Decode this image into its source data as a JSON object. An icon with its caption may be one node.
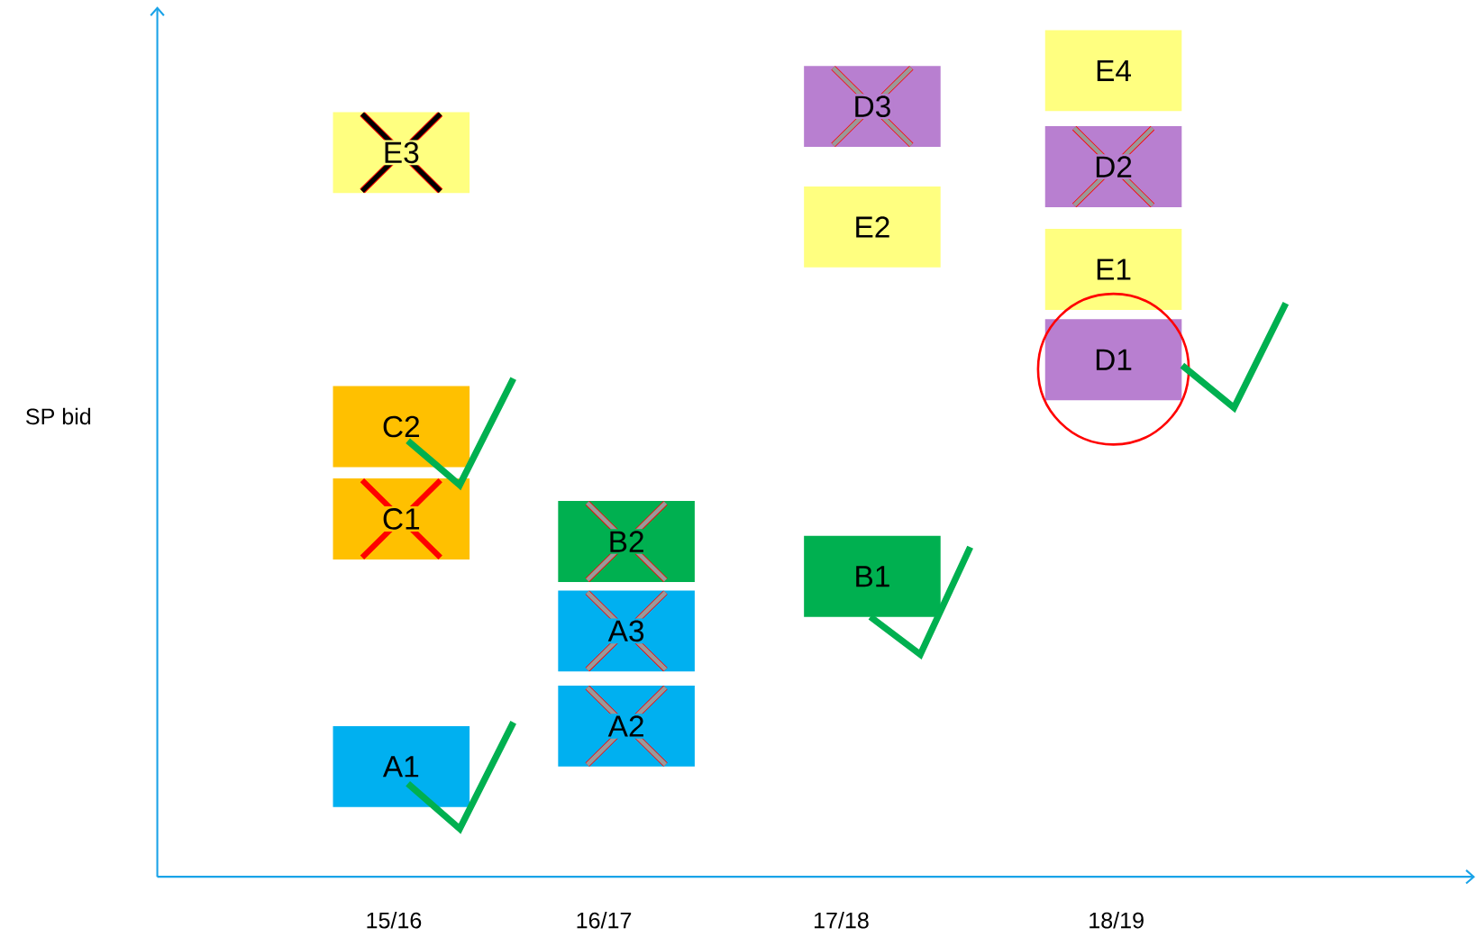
{
  "diagram": {
    "nodes": [
      {
        "text": [
          "E3"
        ]
      },
      {
        "text": [
          "C2"
        ]
      },
      {
        "text": [
          "C1"
        ]
      },
      {
        "text": [
          "A1"
        ]
      },
      {
        "text": [
          "B2"
        ]
      },
      {
        "text": [
          "A3"
        ]
      },
      {
        "text": [
          "A2"
        ]
      },
      {
        "text": [
          "D3"
        ]
      },
      {
        "text": [
          "E2"
        ]
      },
      {
        "text": [
          "B1"
        ]
      },
      {
        "text": [
          "E4"
        ]
      },
      {
        "text": [
          "D2"
        ]
      },
      {
        "text": [
          "E1"
        ]
      },
      {
        "text": [
          "D1"
        ]
      }
    ],
    "labels": [
      "SP bid",
      "15/16",
      "16/17",
      "17/18",
      "18/19"
    ]
  }
}
